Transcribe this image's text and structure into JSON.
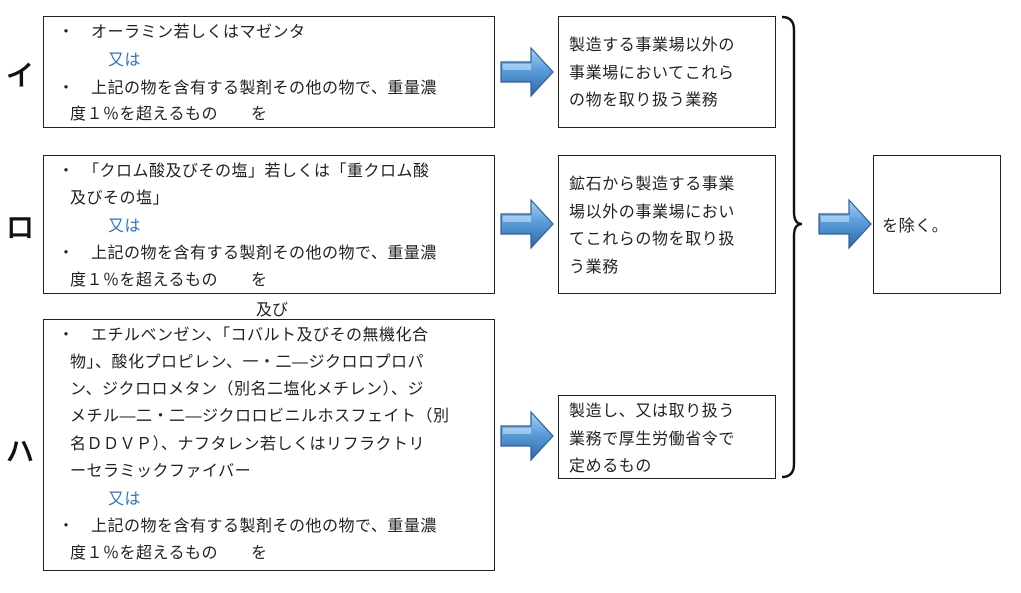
{
  "diagram": {
    "colors": {
      "border": "#222222",
      "or_text": "#2e74c8",
      "arrow_light": "#8cc4ee",
      "arrow_mid": "#4a8fd0",
      "arrow_dark": "#2a5f95"
    },
    "rows": [
      {
        "label": "イ",
        "lines": [
          "・　オーラミン若しくはマゼンタ",
          "又は",
          "・　上記の物を含有する製剤その他の物で、重量濃",
          "度１％を超えるもの　　を"
        ],
        "result_lines": [
          "製造する事業場以外の",
          "事業場においてこれら",
          "の物を取り扱う業務"
        ]
      },
      {
        "label": "ロ",
        "lines": [
          "・　「クロム酸及びその塩」若しくは「重クロム酸",
          "及びその塩」",
          "又は",
          "・　上記の物を含有する製剤その他の物で、重量濃",
          "度１％を超えるもの　　を"
        ],
        "result_lines": [
          "鉱石から製造する事業",
          "場以外の事業場におい",
          "てこれらの物を取り扱",
          "う業務"
        ]
      },
      {
        "label": "ハ",
        "lines": [
          "・　エチルベンゼン、「コバルト及びその無機化合",
          "物」、酸化プロピレン、一・二―ジクロロプロパ",
          "ン、ジクロロメタン（別名二塩化メチレン）、ジ",
          "メチル―二・二―ジクロロビニルホスフェイト（別",
          "名ＤＤＶＰ）、ナフタレン若しくはリフラクトリ",
          "ーセラミックファイバー",
          "又は",
          "・　上記の物を含有する製剤その他の物で、重量濃",
          "度１％を超えるもの　　を"
        ],
        "result_lines": [
          "製造し、又は取り扱う",
          "業務で厚生労働省令で",
          "定めるもの"
        ]
      }
    ],
    "connector_text": "及び",
    "final_text": "を除く。"
  }
}
